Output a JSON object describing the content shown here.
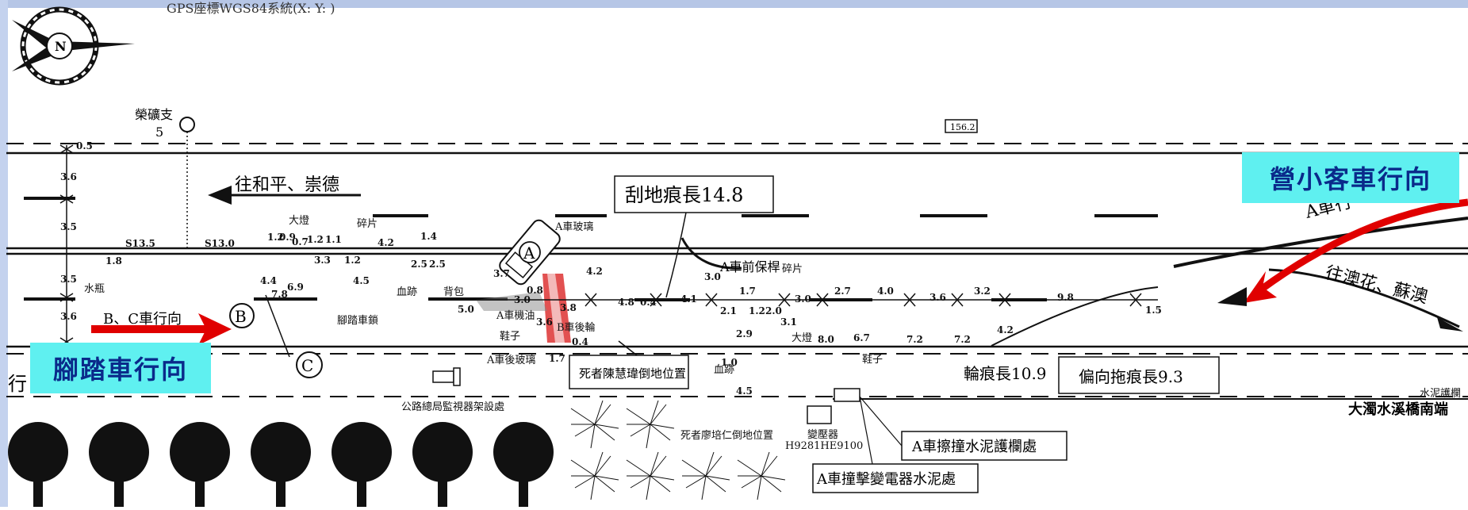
{
  "header": {
    "gps_note": "GPS座標WGS84系統(X:   Y:  )",
    "marker": "156.2"
  },
  "labels": {
    "bicycle_dir": "腳踏車行向",
    "car_dir": "營小客車行向",
    "to_heping": "往和平、崇德",
    "to_suao": "往澳花、蘇澳",
    "a_dir_partial": "A車行",
    "bc_dir": "B、C車行向",
    "scrape": "刮地痕長14.8",
    "tire_mark": "輪痕長10.9",
    "drag_mark": "偏向拖痕長9.3",
    "a_hit_guardrail": "A車擦撞水泥護欄處",
    "a_hit_transformer": "A車撞擊變電器水泥處",
    "victim1": "死者陳慧瑋倒地位置",
    "victim2": "死者廖培仁倒地位置",
    "camera": "公路總局監視器架設處",
    "transformer": "變壓器",
    "transformer_id": "H9281HE9100",
    "guardrail": "水泥護欄",
    "bridge": "大濁水溪橋南端",
    "pole_name": "榮礦支",
    "pole_num": "5",
    "a_front_bumper": "A車前保桿",
    "a_glass1": "A車玻璃",
    "a_glass2": "A車後玻璃",
    "a_oil": "A車機油",
    "b_rear_wheel": "B車後輪",
    "bike_lock": "腳踏車鎖",
    "water_bottle": "水瓶",
    "backpack": "背包",
    "blood": "血跡",
    "shoes": "鞋子",
    "debris": "碎片",
    "lamp": "大燈",
    "road_left_char": "行"
  },
  "vehicles": {
    "a": "A",
    "b": "B",
    "c": "C"
  },
  "compass": {
    "n": "N"
  },
  "measures": {
    "m05": "0.5",
    "m36a": "3.6",
    "m35a": "3.5",
    "m35b": "3.5",
    "m36b": "3.6",
    "s135": "S13.5",
    "s130": "S13.0",
    "m18": "1.8",
    "m12a": "1.2",
    "m09": "0.9",
    "m07": "0.7",
    "m12b": "1.2",
    "m11": "1.1",
    "m33": "3.3",
    "m12c": "1.2",
    "m42a": "4.2",
    "m14": "1.4",
    "m25a": "2.5",
    "m25b": "2.5",
    "m44": "4.4",
    "m78": "7.8",
    "m69": "6.9",
    "m45a": "4.5",
    "m37": "3.7",
    "m08": "0.8",
    "m30a": "3.0",
    "m50": "5.0",
    "m38": "3.8",
    "m36c": "3.6",
    "m42b": "4.2",
    "m48": "4.8",
    "m04a": "0.4",
    "m41": "4.1",
    "m04b": "0.4",
    "m17": "1.7",
    "m30b": "3.0",
    "m17b": "1.7",
    "m21": "2.1",
    "m12d": "1.2",
    "m20": "2.0",
    "m30c": "3.0",
    "m29": "2.9",
    "m31": "3.1",
    "m27": "2.7",
    "m40": "4.0",
    "m36d": "3.6",
    "m32": "3.2",
    "m98": "9.8",
    "m15": "1.5",
    "m80": "8.0",
    "m67": "6.7",
    "m72a": "7.2",
    "m72b": "7.2",
    "m42c": "4.2",
    "m10": "1.0",
    "m45b": "4.5"
  }
}
